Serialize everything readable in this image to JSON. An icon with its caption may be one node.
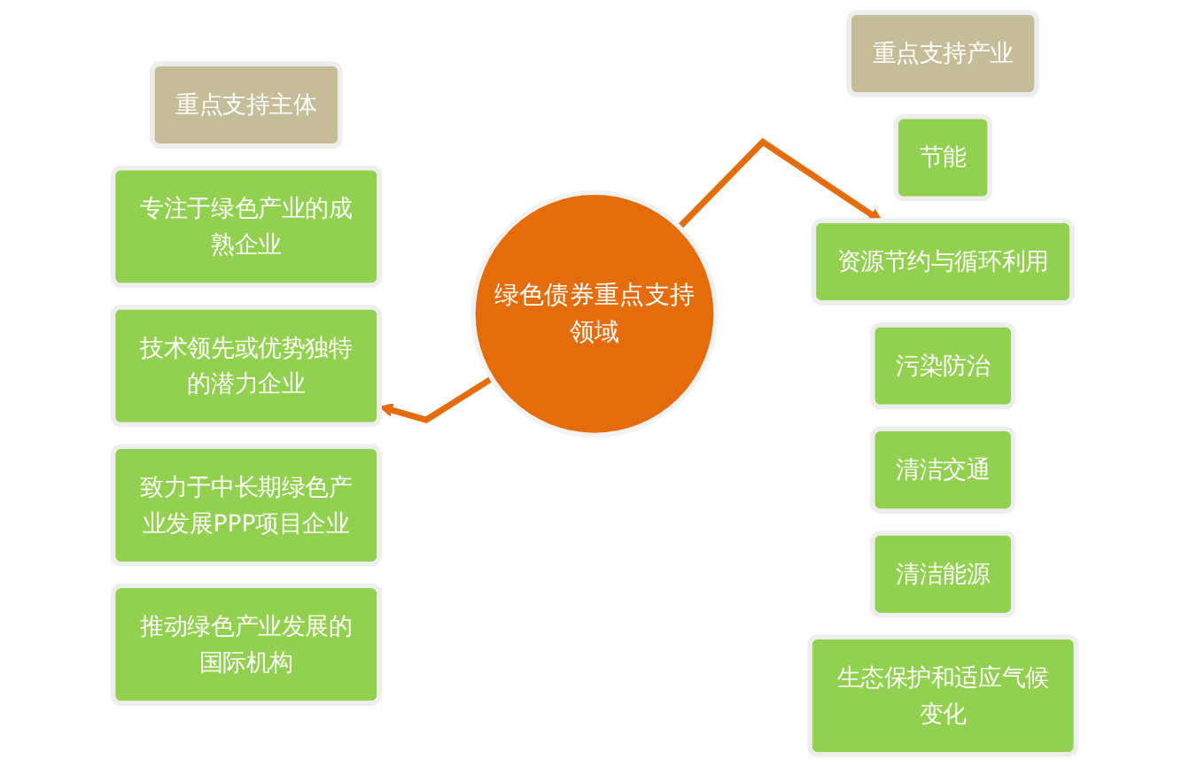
{
  "diagram": {
    "nodes": [
      {
        "text": [
          "重点支持主体"
        ]
      },
      {
        "text": [
          "专注于绿色产业的成熟企业"
        ]
      },
      {
        "text": [
          "技术领先或优势独特的潜力企业"
        ]
      },
      {
        "text": [
          "致力于中长期绿色产业发展PPP项目企业"
        ]
      },
      {
        "text": [
          "推动绿色产业发展的国际机构"
        ]
      },
      {
        "text": [
          "绿色债券重点支持领域"
        ]
      },
      {
        "text": [
          "重点支持产业"
        ]
      },
      {
        "text": [
          "节能"
        ]
      },
      {
        "text": [
          "污染防治"
        ]
      },
      {
        "text": [
          "资源节约与循环利用"
        ]
      },
      {
        "text": [
          "清洁交通"
        ]
      },
      {
        "text": [
          "清洁能源"
        ]
      },
      {
        "text": [
          "生态保护和适应气候变化"
        ]
      }
    ],
    "edges": [
      {
        "from": 5,
        "to": 2,
        "arrow": "to"
      },
      {
        "from": 5,
        "to": 9,
        "arrow": "to"
      }
    ]
  }
}
